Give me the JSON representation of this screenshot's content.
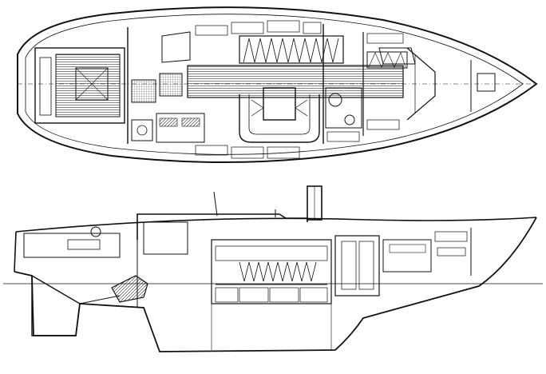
{
  "title": "",
  "views": [
    {
      "id": "plan",
      "kind": "accommodation plan"
    },
    {
      "id": "profile",
      "kind": "inboard profile"
    }
  ],
  "colors": {
    "ink": "#111111",
    "paper": "#ffffff",
    "hatch": "#333333"
  }
}
